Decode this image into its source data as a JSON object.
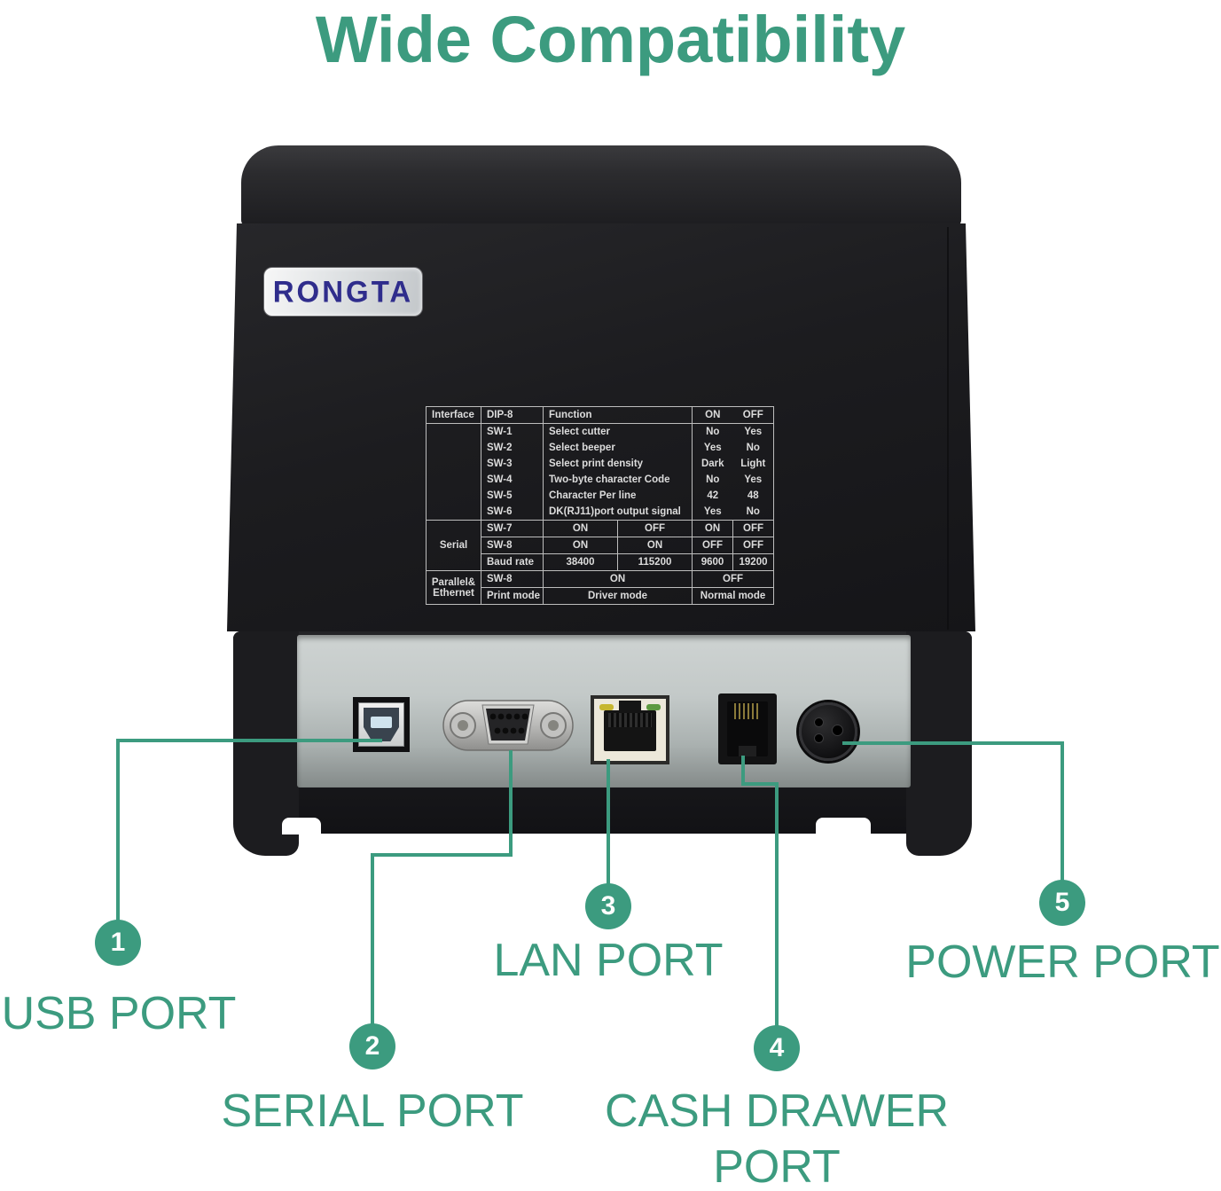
{
  "title": "Wide Compatibility",
  "colors": {
    "accent": "#3C9B7F",
    "brand_text": "#2F2D8C"
  },
  "printer": {
    "brand": "RONGTA",
    "dip_table": {
      "header": {
        "interface": "Interface",
        "dip": "DIP-8",
        "function": "Function",
        "on": "ON",
        "off": "OFF"
      },
      "switch_rows": [
        {
          "sw": "SW-1",
          "fn": "Select cutter",
          "on": "No",
          "off": "Yes"
        },
        {
          "sw": "SW-2",
          "fn": "Select beeper",
          "on": "Yes",
          "off": "No"
        },
        {
          "sw": "SW-3",
          "fn": "Select print density",
          "on": "Dark",
          "off": "Light"
        },
        {
          "sw": "SW-4",
          "fn": "Two-byte character Code",
          "on": "No",
          "off": "Yes"
        },
        {
          "sw": "SW-5",
          "fn": "Character Per line",
          "on": "42",
          "off": "48"
        },
        {
          "sw": "SW-6",
          "fn": "DK(RJ11)port output signal",
          "on": "Yes",
          "off": "No"
        }
      ],
      "serial_label": "Serial",
      "serial_rows": [
        {
          "sw": "SW-7",
          "c1": "ON",
          "c2": "OFF",
          "c3": "ON",
          "c4": "OFF"
        },
        {
          "sw": "SW-8",
          "c1": "ON",
          "c2": "ON",
          "c3": "OFF",
          "c4": "OFF"
        },
        {
          "sw": "Baud rate",
          "c1": "38400",
          "c2": "115200",
          "c3": "9600",
          "c4": "19200"
        }
      ],
      "parallel_label_line1": "Parallel&",
      "parallel_label_line2": "Ethernet",
      "parallel_rows": [
        {
          "sw": "SW-8",
          "on": "ON",
          "off": "OFF"
        },
        {
          "sw": "Print mode",
          "on": "Driver mode",
          "off": "Normal mode"
        }
      ]
    }
  },
  "callouts": [
    {
      "number": "1",
      "label": "USB PORT"
    },
    {
      "number": "2",
      "label": "SERIAL PORT"
    },
    {
      "number": "3",
      "label": "LAN PORT"
    },
    {
      "number": "4",
      "label": "CASH DRAWER PORT"
    },
    {
      "number": "5",
      "label": "POWER PORT"
    }
  ]
}
